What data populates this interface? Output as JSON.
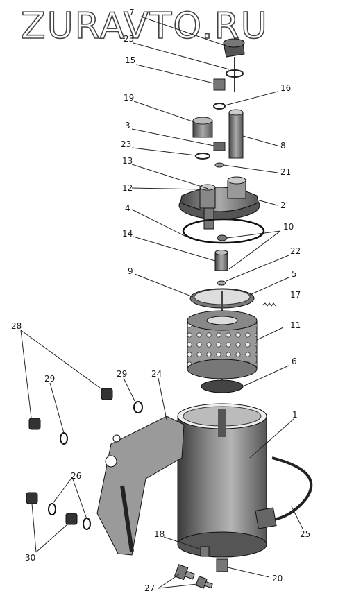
{
  "watermark": "ZURAVTO.RU",
  "labels": [
    {
      "id": "l7",
      "text": "7"
    },
    {
      "id": "l23a",
      "text": "23"
    },
    {
      "id": "l15",
      "text": "15"
    },
    {
      "id": "l16",
      "text": "16"
    },
    {
      "id": "l19",
      "text": "19"
    },
    {
      "id": "l3",
      "text": "3"
    },
    {
      "id": "l8",
      "text": "8"
    },
    {
      "id": "l23b",
      "text": "23"
    },
    {
      "id": "l21",
      "text": "21"
    },
    {
      "id": "l13",
      "text": "13"
    },
    {
      "id": "l12",
      "text": "12"
    },
    {
      "id": "l2",
      "text": "2"
    },
    {
      "id": "l4",
      "text": "4"
    },
    {
      "id": "l10",
      "text": "10"
    },
    {
      "id": "l14",
      "text": "14"
    },
    {
      "id": "l22",
      "text": "22"
    },
    {
      "id": "l9",
      "text": "9"
    },
    {
      "id": "l5",
      "text": "5"
    },
    {
      "id": "l17",
      "text": "17"
    },
    {
      "id": "l28",
      "text": "28"
    },
    {
      "id": "l11",
      "text": "11"
    },
    {
      "id": "l29a",
      "text": "29"
    },
    {
      "id": "l29b",
      "text": "29"
    },
    {
      "id": "l24",
      "text": "24"
    },
    {
      "id": "l6",
      "text": "6"
    },
    {
      "id": "l1",
      "text": "1"
    },
    {
      "id": "l26",
      "text": "26"
    },
    {
      "id": "l25",
      "text": "25"
    },
    {
      "id": "l30",
      "text": "30"
    },
    {
      "id": "l18",
      "text": "18"
    },
    {
      "id": "l20",
      "text": "20"
    },
    {
      "id": "l27",
      "text": "27"
    }
  ]
}
